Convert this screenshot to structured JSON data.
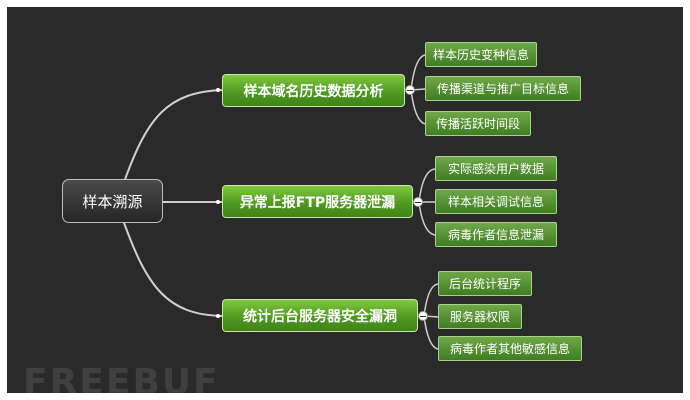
{
  "root": {
    "label": "样本溯源"
  },
  "branches": [
    {
      "label": "样本域名历史数据分析",
      "leaves": [
        "样本历史变种信息",
        "传播渠道与推广目标信息",
        "传播活跃时间段"
      ]
    },
    {
      "label": "异常上报FTP服务器泄漏",
      "leaves": [
        "实际感染用户数据",
        "样本相关调试信息",
        "病毒作者信息泄漏"
      ]
    },
    {
      "label": "统计后台服务器安全漏洞",
      "leaves": [
        "后台统计程序",
        "服务器权限",
        "病毒作者其他敏感信息"
      ]
    }
  ],
  "watermark": "FREEBUF",
  "colors": {
    "background": "#2a2a2a",
    "branch_green": "#4f9a22",
    "leaf_green": "#3f7d22",
    "root_dark": "#333333"
  }
}
